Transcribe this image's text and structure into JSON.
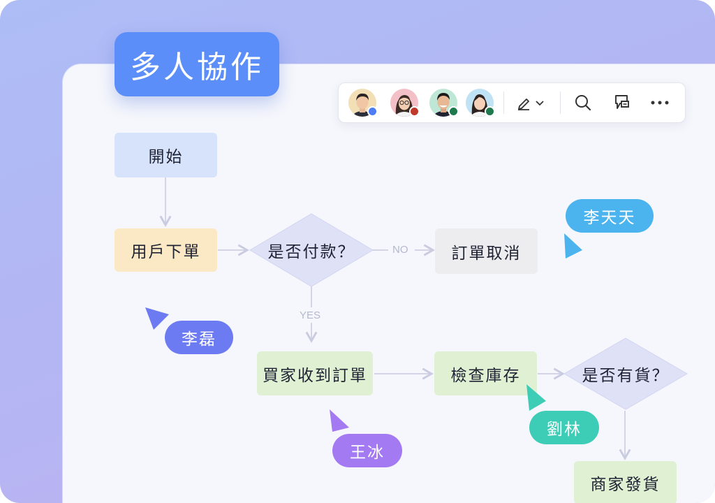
{
  "title": "多人協作",
  "toolbar": {
    "collaborators": [
      {
        "name": "collaborator-1",
        "status_color": "#4d7cf4"
      },
      {
        "name": "collaborator-2",
        "status_color": "#c0392b"
      },
      {
        "name": "collaborator-3",
        "status_color": "#1e7a4d"
      },
      {
        "name": "collaborator-4",
        "status_color": "#1e7a4d"
      }
    ],
    "icons": [
      "pen-icon",
      "chevron-down-icon",
      "search-icon",
      "comment-icon",
      "more-icon"
    ]
  },
  "flowchart": {
    "start": "開始",
    "order": "用戶下單",
    "paid_question": "是否付款？",
    "no_label": "NO",
    "yes_label": "YES",
    "cancel": "訂單取消",
    "received": "買家收到訂單",
    "check": "檢查庫存",
    "stock_question": "是否有貨？",
    "ship": "商家發貨"
  },
  "cursors": {
    "li_tiantian": "李天天",
    "li_lei": "李磊",
    "wang_bing": "王冰",
    "liu_lin": "劉林"
  },
  "colors": {
    "title_badge": "#5b8ef8",
    "start_node": "#d6e3fb",
    "order_node": "#fbe8c4",
    "diamond": "#dfe1f7",
    "cancel_node": "#ededef",
    "green_node": "#dff1d2",
    "cursor_li_tiantian": "#4bb4ee",
    "cursor_li_lei": "#6d7bf2",
    "cursor_wang_bing": "#a37af2",
    "cursor_liu_lin": "#3dcdb6"
  }
}
